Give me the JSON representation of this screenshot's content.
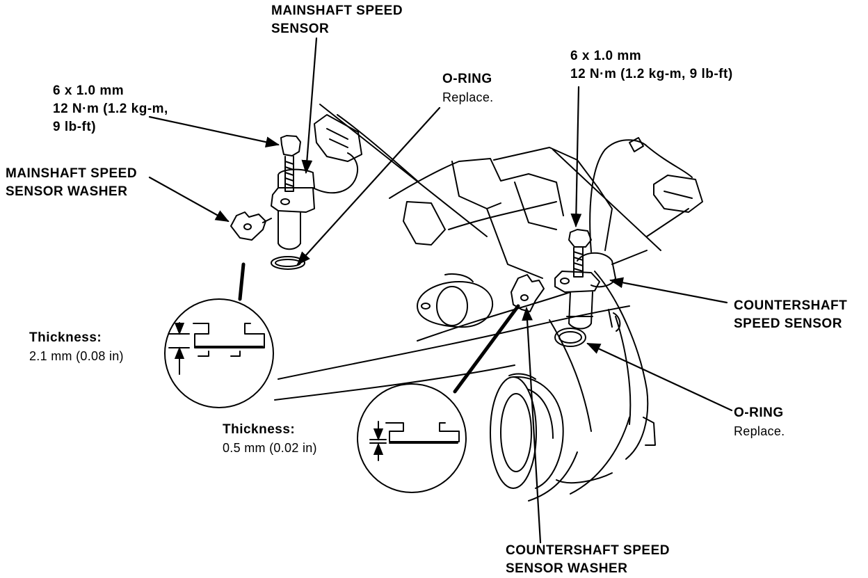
{
  "labels": {
    "mainshaft_sensor": [
      "MAINSHAFT SPEED",
      "SENSOR"
    ],
    "bolt_left": [
      "6 x 1.0 mm",
      "12 N·m (1.2 kg-m,",
      "9 lb-ft)"
    ],
    "mainshaft_washer": [
      "MAINSHAFT SPEED",
      "SENSOR WASHER"
    ],
    "oring_top": {
      "title": "O-RING",
      "note": "Replace."
    },
    "bolt_right": [
      "6 x 1.0 mm",
      "12 N·m (1.2 kg-m, 9 lb-ft)"
    ],
    "countershaft_sensor": [
      "COUNTERSHAFT",
      "SPEED SENSOR"
    ],
    "oring_right": {
      "title": "O-RING",
      "note": "Replace."
    },
    "thickness_left": {
      "title": "Thickness:",
      "value": "2.1 mm (0.08 in)"
    },
    "thickness_mid": {
      "title": "Thickness:",
      "value": "0.5 mm (0.02 in)"
    },
    "countershaft_washer": [
      "COUNTERSHAFT SPEED",
      "SENSOR WASHER"
    ]
  }
}
